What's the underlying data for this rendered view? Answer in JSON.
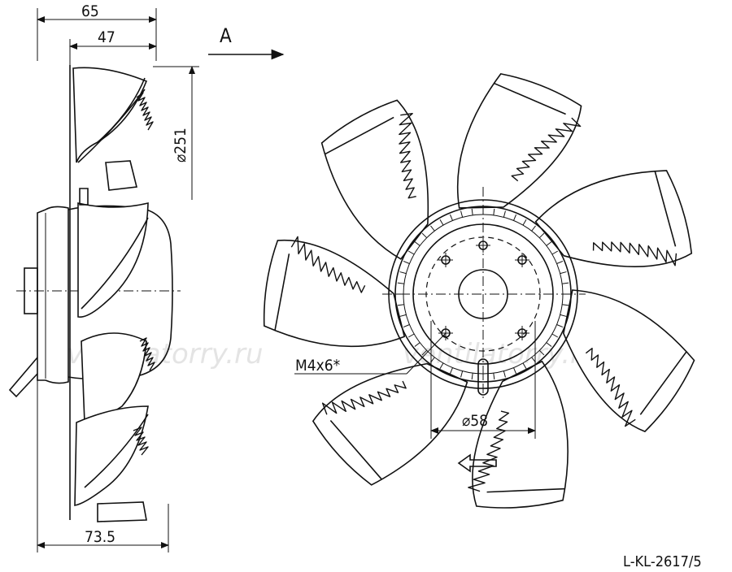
{
  "dimensions": {
    "width_total": "65",
    "width_blades": "47",
    "diameter": "⌀251",
    "depth_total": "73.5",
    "hub_diameter": "⌀58",
    "thread": "M4x6*"
  },
  "view_label": "A",
  "drawing_code": "L-KL-2617/5",
  "watermark": "ventilatorry.ru"
}
